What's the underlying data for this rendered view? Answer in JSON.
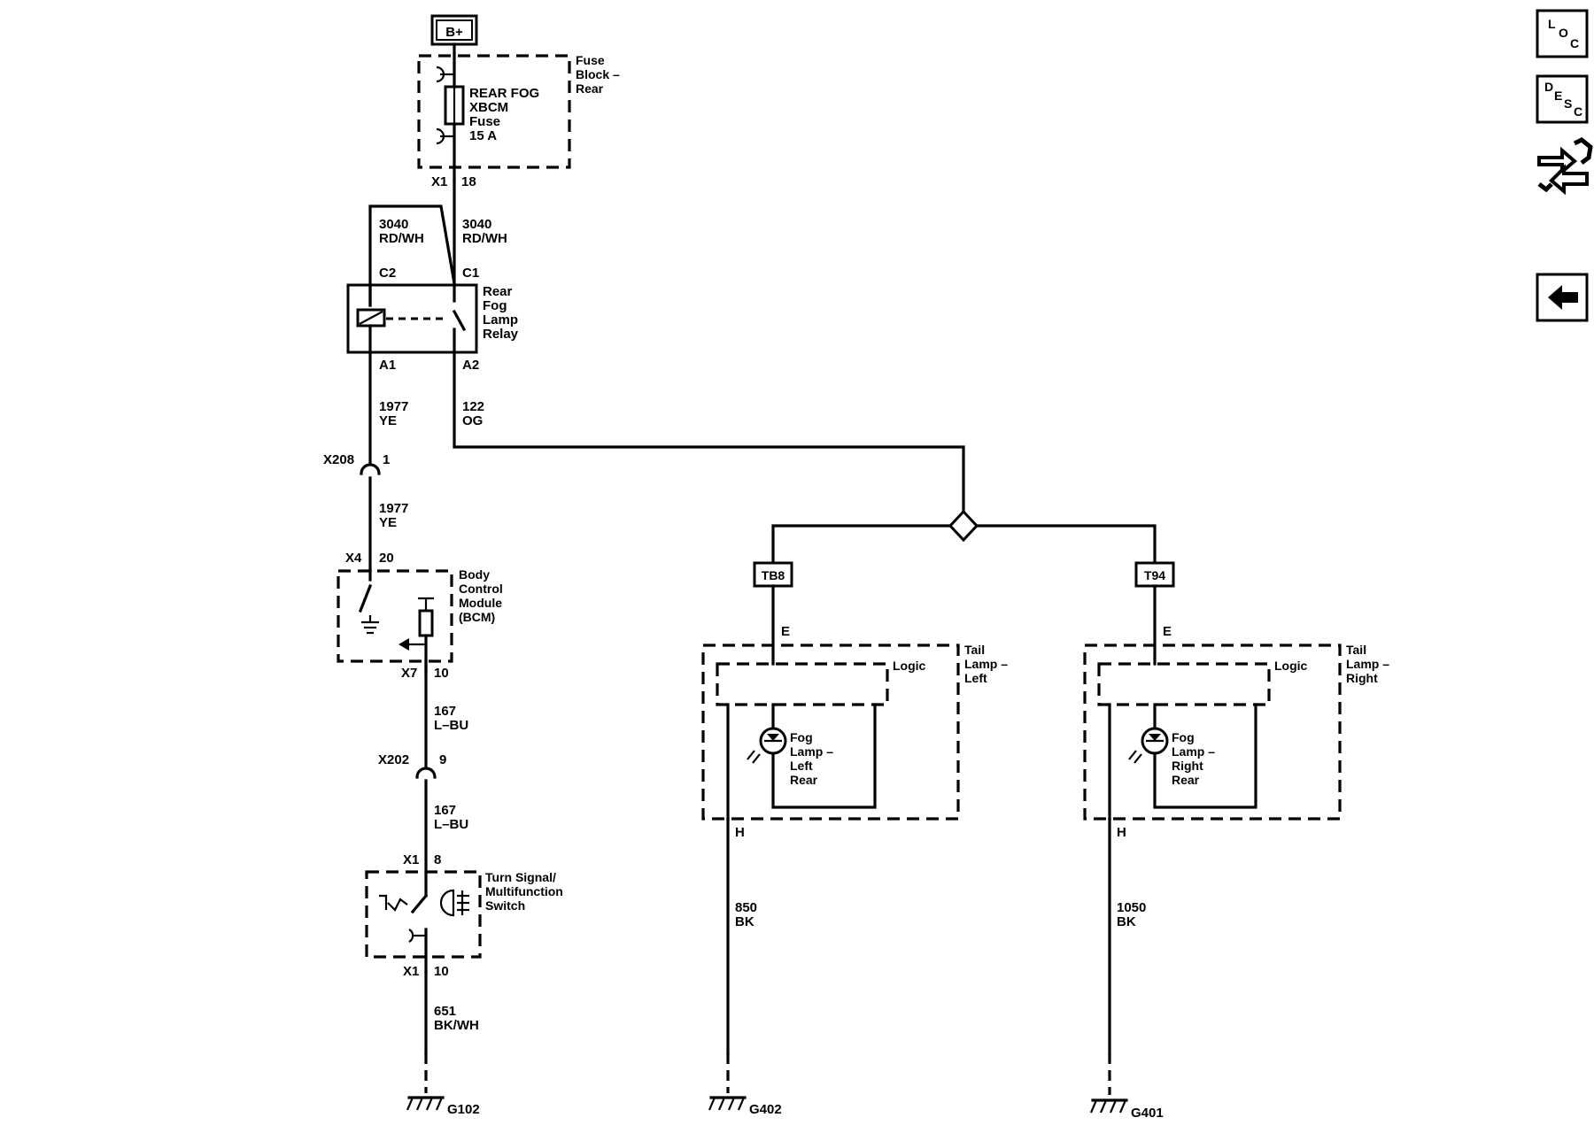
{
  "power": {
    "source": "B+"
  },
  "fuse_block": {
    "name_lines": [
      "Fuse",
      "Block –",
      "Rear"
    ],
    "fuse_lines": [
      "REAR FOG",
      "XBCM",
      "Fuse",
      "15 A"
    ],
    "connector": "X1",
    "pin": "18"
  },
  "relay": {
    "name_lines": [
      "Rear",
      "Fog",
      "Lamp",
      "Relay"
    ],
    "pin_c2": "C2",
    "pin_c1": "C1",
    "pin_a1": "A1",
    "pin_a2": "A2",
    "wire_c2": [
      "3040",
      "RD/WH"
    ],
    "wire_c1": [
      "3040",
      "RD/WH"
    ],
    "wire_a1": [
      "1977",
      "YE"
    ],
    "wire_a2": [
      "122",
      "OG"
    ]
  },
  "x208": {
    "connector": "X208",
    "pin": "1",
    "wire": [
      "1977",
      "YE"
    ]
  },
  "bcm": {
    "name_lines": [
      "Body",
      "Control",
      "Module",
      "(BCM)"
    ],
    "top_connector": "X4",
    "top_pin": "20",
    "bottom_connector": "X7",
    "bottom_pin": "10"
  },
  "x202": {
    "wire_above": [
      "167",
      "L–BU"
    ],
    "connector": "X202",
    "pin": "9",
    "wire_below": [
      "167",
      "L–BU"
    ]
  },
  "switch": {
    "name_lines": [
      "Turn Signal/",
      "Multifunction",
      "Switch"
    ],
    "top_connector": "X1",
    "top_pin": "8",
    "bottom_connector": "X1",
    "bottom_pin": "10",
    "wire_out": [
      "651",
      "BK/WH"
    ],
    "ground": "G102"
  },
  "tail_left": {
    "splice": "TB8",
    "pin_in": "E",
    "pin_out": "H",
    "name_lines": [
      "Tail",
      "Lamp –",
      "Left"
    ],
    "logic": "Logic",
    "lamp_lines": [
      "Fog",
      "Lamp –",
      "Left",
      "Rear"
    ],
    "wire_out": [
      "850",
      "BK"
    ],
    "ground": "G402"
  },
  "tail_right": {
    "splice": "T94",
    "pin_in": "E",
    "pin_out": "H",
    "name_lines": [
      "Tail",
      "Lamp –",
      "Right"
    ],
    "logic": "Logic",
    "lamp_lines": [
      "Fog",
      "Lamp –",
      "Right",
      "Rear"
    ],
    "wire_out": [
      "1050",
      "BK"
    ],
    "ground": "G401"
  },
  "nav": {
    "loc": [
      "L",
      "O",
      "C"
    ],
    "desc": [
      "D",
      "E",
      "S",
      "C"
    ],
    "icons": [
      "connector-swap-icon",
      "back-arrow-icon"
    ]
  }
}
